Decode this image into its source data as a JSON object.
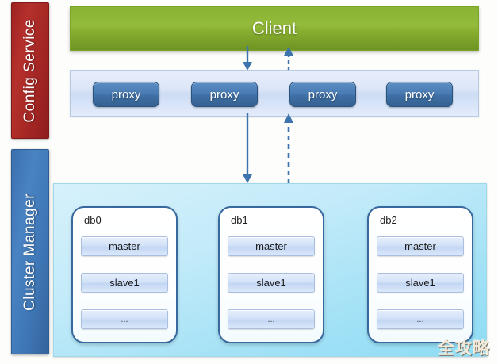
{
  "sidebar": {
    "items": [
      {
        "id": "config-service",
        "label": "Config Service",
        "color": "#a52724"
      },
      {
        "id": "cluster-manager",
        "label": "Cluster Manager",
        "color": "#3f77b6"
      }
    ]
  },
  "client": {
    "label": "Client",
    "color": "#8ab333"
  },
  "proxy_layer": {
    "color": "#dce6f8",
    "nodes": [
      {
        "label": "proxy"
      },
      {
        "label": "proxy"
      },
      {
        "label": "proxy"
      },
      {
        "label": "proxy"
      }
    ]
  },
  "db_cluster": {
    "color": "#a5e2f6",
    "groups": [
      {
        "title": "db0",
        "nodes": [
          {
            "label": "master"
          },
          {
            "label": "slave1"
          },
          {
            "label": "..."
          }
        ]
      },
      {
        "title": "db1",
        "nodes": [
          {
            "label": "master"
          },
          {
            "label": "slave1"
          },
          {
            "label": "..."
          }
        ]
      },
      {
        "title": "db2",
        "nodes": [
          {
            "label": "master"
          },
          {
            "label": "slave1"
          },
          {
            "label": "..."
          }
        ]
      }
    ]
  },
  "arrows": [
    {
      "id": "client-to-proxy",
      "direction": "down",
      "style": "solid",
      "color": "#3d74ae"
    },
    {
      "id": "proxy-to-client",
      "direction": "up",
      "style": "dashed",
      "color": "#3d74ae"
    },
    {
      "id": "proxy-to-db",
      "direction": "down",
      "style": "solid",
      "color": "#3d74ae"
    },
    {
      "id": "db-to-proxy",
      "direction": "up",
      "style": "dashed",
      "color": "#3d74ae"
    }
  ],
  "watermark": {
    "text": "全攻略"
  }
}
